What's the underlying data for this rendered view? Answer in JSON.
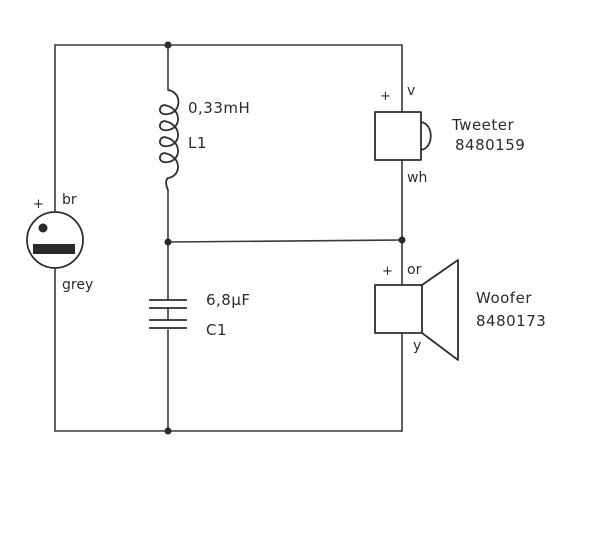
{
  "inductor": {
    "value": "0,33mH",
    "ref": "L1"
  },
  "capacitor": {
    "value": "6,8µF",
    "ref": "C1"
  },
  "tweeter": {
    "name": "Tweeter",
    "part": "8480159",
    "wire_top": "v",
    "wire_bottom": "wh",
    "polarity": "+"
  },
  "woofer": {
    "name": "Woofer",
    "part": "8480173",
    "wire_top": "or",
    "wire_bottom": "y",
    "polarity": "+"
  },
  "connector": {
    "wire_top": "br",
    "wire_bottom": "grey",
    "polarity": "+"
  }
}
